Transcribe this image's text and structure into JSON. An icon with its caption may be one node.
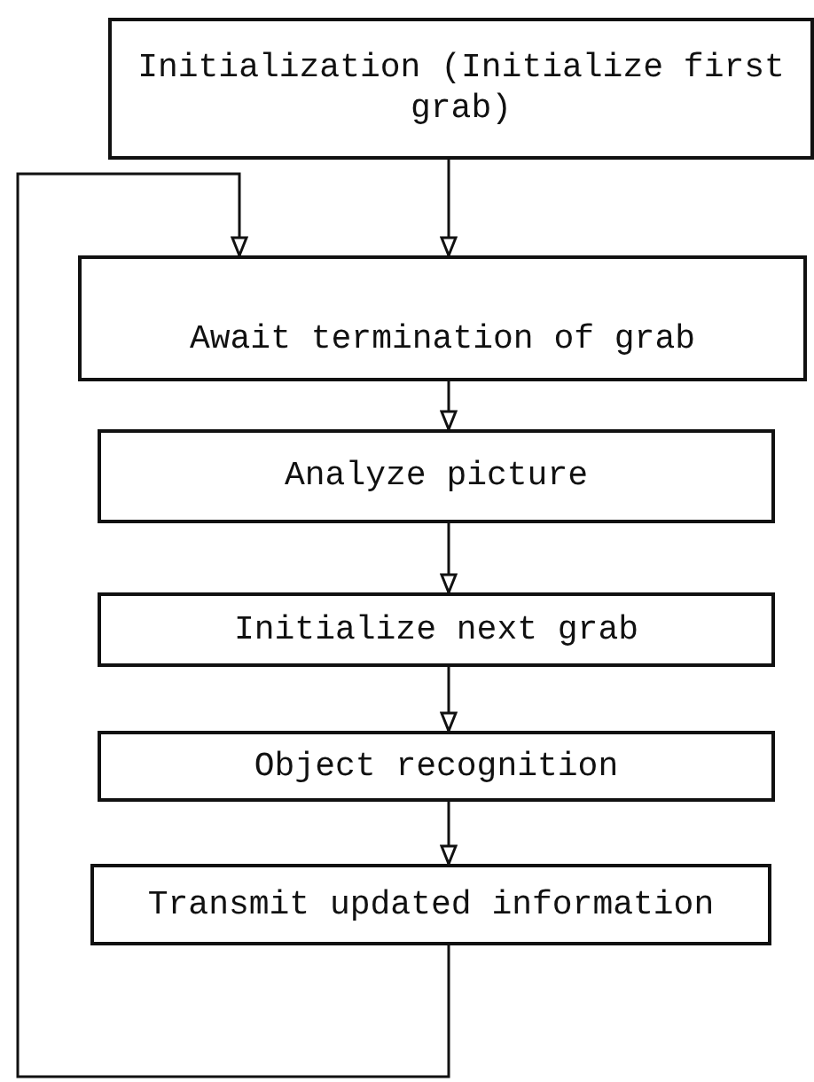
{
  "diagram": {
    "nodes": [
      {
        "text": [
          "Initialization (Initialize first grab)"
        ]
      },
      {
        "text": [
          "Await termination of grab"
        ]
      },
      {
        "text": [
          "Analyze picture"
        ]
      },
      {
        "text": [
          "Initialize next grab"
        ]
      },
      {
        "text": [
          "Object recognition"
        ]
      },
      {
        "text": [
          "Transmit updated information"
        ]
      }
    ],
    "edges": [
      {
        "from": 0,
        "to": 1,
        "arrow": "to"
      },
      {
        "from": 1,
        "to": 2,
        "arrow": "to"
      },
      {
        "from": 2,
        "to": 3,
        "arrow": "to"
      },
      {
        "from": 3,
        "to": 4,
        "arrow": "to"
      },
      {
        "from": 4,
        "to": 5,
        "arrow": "to"
      },
      {
        "from": 5,
        "to": 1,
        "arrow": "to"
      }
    ]
  }
}
